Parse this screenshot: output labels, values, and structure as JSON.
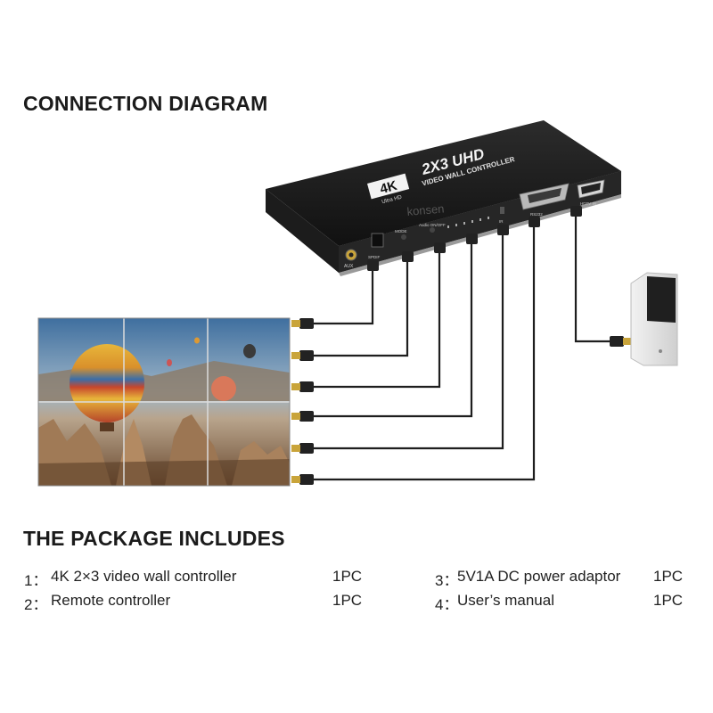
{
  "headings": {
    "connection": "CONNECTION DIAGRAM",
    "package": "THE PACKAGE INCLUDES"
  },
  "device": {
    "badge": "4K",
    "badge_sub": "Ultra HD",
    "model": "2X3 UHD",
    "subtitle": "VIDEO WALL CONTROLLER",
    "watermark": "konsen",
    "ports": {
      "aux": "AUX",
      "spdif": "SPDIF",
      "mode": "MODE",
      "audio": "Audio ON/OFF",
      "ir": "IR",
      "rs232": "RS232",
      "hdmi_in": "HDTV IN"
    }
  },
  "package": {
    "items": [
      {
        "num": "1：",
        "name": "4K 2×3 video wall controller",
        "qty": "1PC"
      },
      {
        "num": "2：",
        "name": "Remote controller",
        "qty": "1PC"
      },
      {
        "num": "3：",
        "name": "5V1A DC power adaptor",
        "qty": "1PC"
      },
      {
        "num": "4：",
        "name": " User’s manual",
        "qty": "1PC"
      }
    ]
  }
}
